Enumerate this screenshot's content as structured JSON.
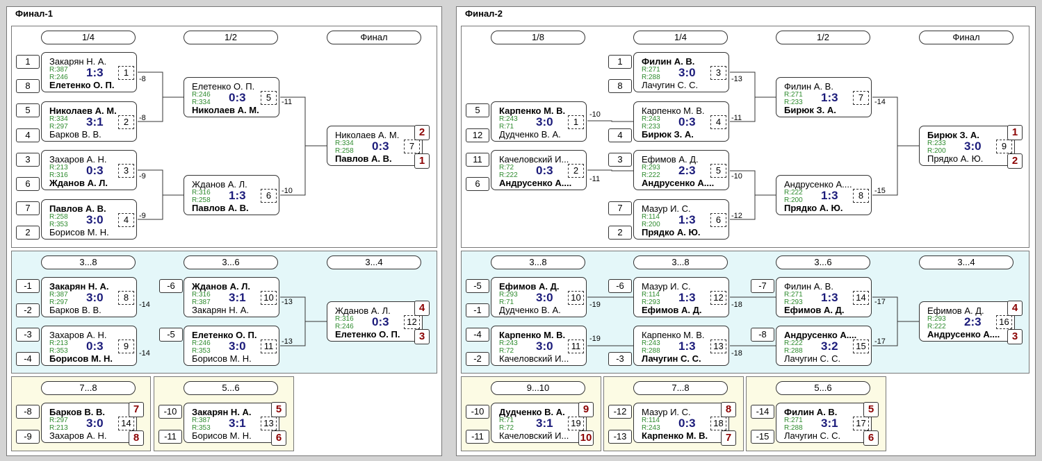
{
  "finals": [
    {
      "title": "Финал-1",
      "panels": [
        {
          "rounds": [
            "1/4",
            "1/2",
            "Финал"
          ],
          "matches": [
            {
              "num": "1",
              "p1": "Закарян Н. А.",
              "r1": "R:387",
              "p2": "Елетенко О. П.",
              "r2": "R:246",
              "score": "1:3",
              "winner": 2,
              "seed1": "1",
              "seed2": "8",
              "loser_to": "-8"
            },
            {
              "num": "2",
              "p1": "Николаев А. М.",
              "r1": "R:334",
              "p2": "Барков В. В.",
              "r2": "R:297",
              "score": "3:1",
              "winner": 1,
              "seed1": "5",
              "seed2": "4",
              "loser_to": "-8"
            },
            {
              "num": "3",
              "p1": "Захаров А. Н.",
              "r1": "R:213",
              "p2": "Жданов А. Л.",
              "r2": "R:316",
              "score": "0:3",
              "winner": 2,
              "seed1": "3",
              "seed2": "6",
              "loser_to": "-9"
            },
            {
              "num": "4",
              "p1": "Павлов А. В.",
              "r1": "R:258",
              "p2": "Борисов М. Н.",
              "r2": "R:353",
              "score": "3:0",
              "winner": 1,
              "seed1": "7",
              "seed2": "2",
              "loser_to": "-9"
            },
            {
              "num": "5",
              "p1": "Елетенко О. П.",
              "r1": "R:246",
              "p2": "Николаев А. М.",
              "r2": "R:334",
              "score": "0:3",
              "winner": 2,
              "loser_to": "-11"
            },
            {
              "num": "6",
              "p1": "Жданов А. Л.",
              "r1": "R:316",
              "p2": "Павлов А. В.",
              "r2": "R:258",
              "score": "1:3",
              "winner": 2,
              "loser_to": "-10"
            },
            {
              "num": "7",
              "p1": "Николаев А. М.",
              "r1": "R:334",
              "p2": "Павлов А. В.",
              "r2": "R:258",
              "score": "0:3",
              "winner": 2,
              "place1": "2",
              "place2": "1"
            }
          ]
        },
        {
          "rounds": [
            "3...8",
            "3...6",
            "3...4"
          ],
          "matches": [
            {
              "num": "8",
              "p1": "Закарян Н. А.",
              "r1": "R:387",
              "p2": "Барков В. В.",
              "r2": "R:297",
              "score": "3:0",
              "winner": 1,
              "seed1": "-1",
              "seed2": "-2",
              "loser_to": "-14"
            },
            {
              "num": "9",
              "p1": "Захаров А. Н.",
              "r1": "R:213",
              "p2": "Борисов М. Н.",
              "r2": "R:353",
              "score": "0:3",
              "winner": 2,
              "seed1": "-3",
              "seed2": "-4",
              "loser_to": "-14"
            },
            {
              "num": "10",
              "p1": "Жданов А. Л.",
              "r1": "R:316",
              "p2": "Закарян Н. А.",
              "r2": "R:387",
              "score": "3:1",
              "winner": 1,
              "seed1": "-6",
              "loser_to": "-13"
            },
            {
              "num": "11",
              "p1": "Елетенко О. П.",
              "r1": "R:246",
              "p2": "Борисов М. Н.",
              "r2": "R:353",
              "score": "3:0",
              "winner": 1,
              "seed1": "-5",
              "loser_to": "-13"
            },
            {
              "num": "12",
              "p1": "Жданов А. Л.",
              "r1": "R:316",
              "p2": "Елетенко О. П.",
              "r2": "R:246",
              "score": "0:3",
              "winner": 2,
              "place1": "4",
              "place2": "3"
            }
          ]
        },
        {
          "rounds": [
            "7...8"
          ],
          "matches": [
            {
              "num": "14",
              "p1": "Барков В. В.",
              "r1": "R:297",
              "p2": "Захаров А. Н.",
              "r2": "R:213",
              "score": "3:0",
              "winner": 1,
              "seed1": "-8",
              "seed2": "-9",
              "place1": "7",
              "place2": "8"
            }
          ]
        },
        {
          "rounds": [
            "5...6"
          ],
          "matches": [
            {
              "num": "13",
              "p1": "Закарян Н. А.",
              "r1": "R:387",
              "p2": "Борисов М. Н.",
              "r2": "R:353",
              "score": "3:1",
              "winner": 1,
              "seed1": "-10",
              "seed2": "-11",
              "place1": "5",
              "place2": "6"
            }
          ]
        }
      ]
    },
    {
      "title": "Финал-2",
      "panels": [
        {
          "rounds": [
            "1/8",
            "1/4",
            "1/2",
            "Финал"
          ],
          "matches": [
            {
              "num": "1",
              "p1": "Карпенко М. В.",
              "r1": "R:243",
              "p2": "Дудченко В. А.",
              "r2": "R:71",
              "score": "3:0",
              "winner": 1,
              "seed1": "5",
              "seed2": "12",
              "loser_to": "-10"
            },
            {
              "num": "2",
              "p1": "Качеловский И...",
              "r1": "R:72",
              "p2": "Андрусенко А....",
              "r2": "R:222",
              "score": "0:3",
              "winner": 2,
              "seed1": "11",
              "seed2": "6",
              "loser_to": "-11"
            },
            {
              "num": "3",
              "p1": "Филин А. В.",
              "r1": "R:271",
              "p2": "Лачугин С. С.",
              "r2": "R:288",
              "score": "3:0",
              "winner": 1,
              "seed1": "1",
              "seed2": "8",
              "loser_to": "-13"
            },
            {
              "num": "4",
              "p1": "Карпенко М. В.",
              "r1": "R:243",
              "p2": "Бирюк З. А.",
              "r2": "R:233",
              "score": "0:3",
              "winner": 2,
              "seed2": "4",
              "loser_to": "-11"
            },
            {
              "num": "5",
              "p1": "Ефимов А. Д.",
              "r1": "R:293",
              "p2": "Андрусенко А....",
              "r2": "R:222",
              "score": "2:3",
              "winner": 2,
              "seed1": "3",
              "loser_to": "-10"
            },
            {
              "num": "6",
              "p1": "Мазур И. С.",
              "r1": "R:114",
              "p2": "Прядко А. Ю.",
              "r2": "R:200",
              "score": "1:3",
              "winner": 2,
              "seed1": "7",
              "seed2": "2",
              "loser_to": "-12"
            },
            {
              "num": "7",
              "p1": "Филин А. В.",
              "r1": "R:271",
              "p2": "Бирюк З. А.",
              "r2": "R:233",
              "score": "1:3",
              "winner": 2,
              "loser_to": "-14"
            },
            {
              "num": "8",
              "p1": "Андрусенко А....",
              "r1": "R:222",
              "p2": "Прядко А. Ю.",
              "r2": "R:200",
              "score": "1:3",
              "winner": 2,
              "loser_to": "-15"
            },
            {
              "num": "9",
              "p1": "Бирюк З. А.",
              "r1": "R:233",
              "p2": "Прядко А. Ю.",
              "r2": "R:200",
              "score": "3:0",
              "winner": 1,
              "place1": "1",
              "place2": "2"
            }
          ]
        },
        {
          "rounds": [
            "3...8",
            "3...8",
            "3...6",
            "3...4"
          ],
          "matches": [
            {
              "num": "10",
              "p1": "Ефимов А. Д.",
              "r1": "R:293",
              "p2": "Дудченко В. А.",
              "r2": "R:71",
              "score": "3:0",
              "winner": 1,
              "seed1": "-5",
              "seed2": "-1",
              "loser_to": "-19"
            },
            {
              "num": "11",
              "p1": "Карпенко М. В.",
              "r1": "R:243",
              "p2": "Качеловский И...",
              "r2": "R:72",
              "score": "3:0",
              "winner": 1,
              "seed1": "-4",
              "seed2": "-2",
              "loser_to": "-19"
            },
            {
              "num": "12",
              "p1": "Мазур И. С.",
              "r1": "R:114",
              "p2": "Ефимов А. Д.",
              "r2": "R:293",
              "score": "1:3",
              "winner": 2,
              "seed1": "-6",
              "loser_to": "-18"
            },
            {
              "num": "13",
              "p1": "Карпенко М. В.",
              "r1": "R:243",
              "p2": "Лачугин С. С.",
              "r2": "R:288",
              "score": "1:3",
              "winner": 2,
              "seed2": "-3",
              "loser_to": "-18"
            },
            {
              "num": "14",
              "p1": "Филин А. В.",
              "r1": "R:271",
              "p2": "Ефимов А. Д.",
              "r2": "R:293",
              "score": "1:3",
              "winner": 2,
              "seed1": "-7",
              "loser_to": "-17"
            },
            {
              "num": "15",
              "p1": "Андрусенко А....",
              "r1": "R:222",
              "p2": "Лачугин С. С.",
              "r2": "R:288",
              "score": "3:2",
              "winner": 1,
              "seed1": "-8",
              "loser_to": "-17"
            },
            {
              "num": "16",
              "p1": "Ефимов А. Д.",
              "r1": "R:293",
              "p2": "Андрусенко А....",
              "r2": "R:222",
              "score": "2:3",
              "winner": 2,
              "place1": "4",
              "place2": "3"
            }
          ]
        },
        {
          "rounds": [
            "9...10"
          ],
          "matches": [
            {
              "num": "19",
              "p1": "Дудченко В. А.",
              "r1": "R:71",
              "p2": "Качеловский И...",
              "r2": "R:72",
              "score": "3:1",
              "winner": 1,
              "seed1": "-10",
              "seed2": "-11",
              "place1": "9",
              "place2": "10"
            }
          ]
        },
        {
          "rounds": [
            "7...8"
          ],
          "matches": [
            {
              "num": "18",
              "p1": "Мазур И. С.",
              "r1": "R:114",
              "p2": "Карпенко М. В.",
              "r2": "R:243",
              "score": "0:3",
              "winner": 2,
              "seed1": "-12",
              "seed2": "-13",
              "place1": "8",
              "place2": "7"
            }
          ]
        },
        {
          "rounds": [
            "5...6"
          ],
          "matches": [
            {
              "num": "17",
              "p1": "Филин А. В.",
              "r1": "R:271",
              "p2": "Лачугин С. С.",
              "r2": "R:288",
              "score": "3:1",
              "winner": 1,
              "seed1": "-14",
              "seed2": "-15",
              "place1": "5",
              "place2": "6"
            }
          ]
        }
      ]
    }
  ]
}
